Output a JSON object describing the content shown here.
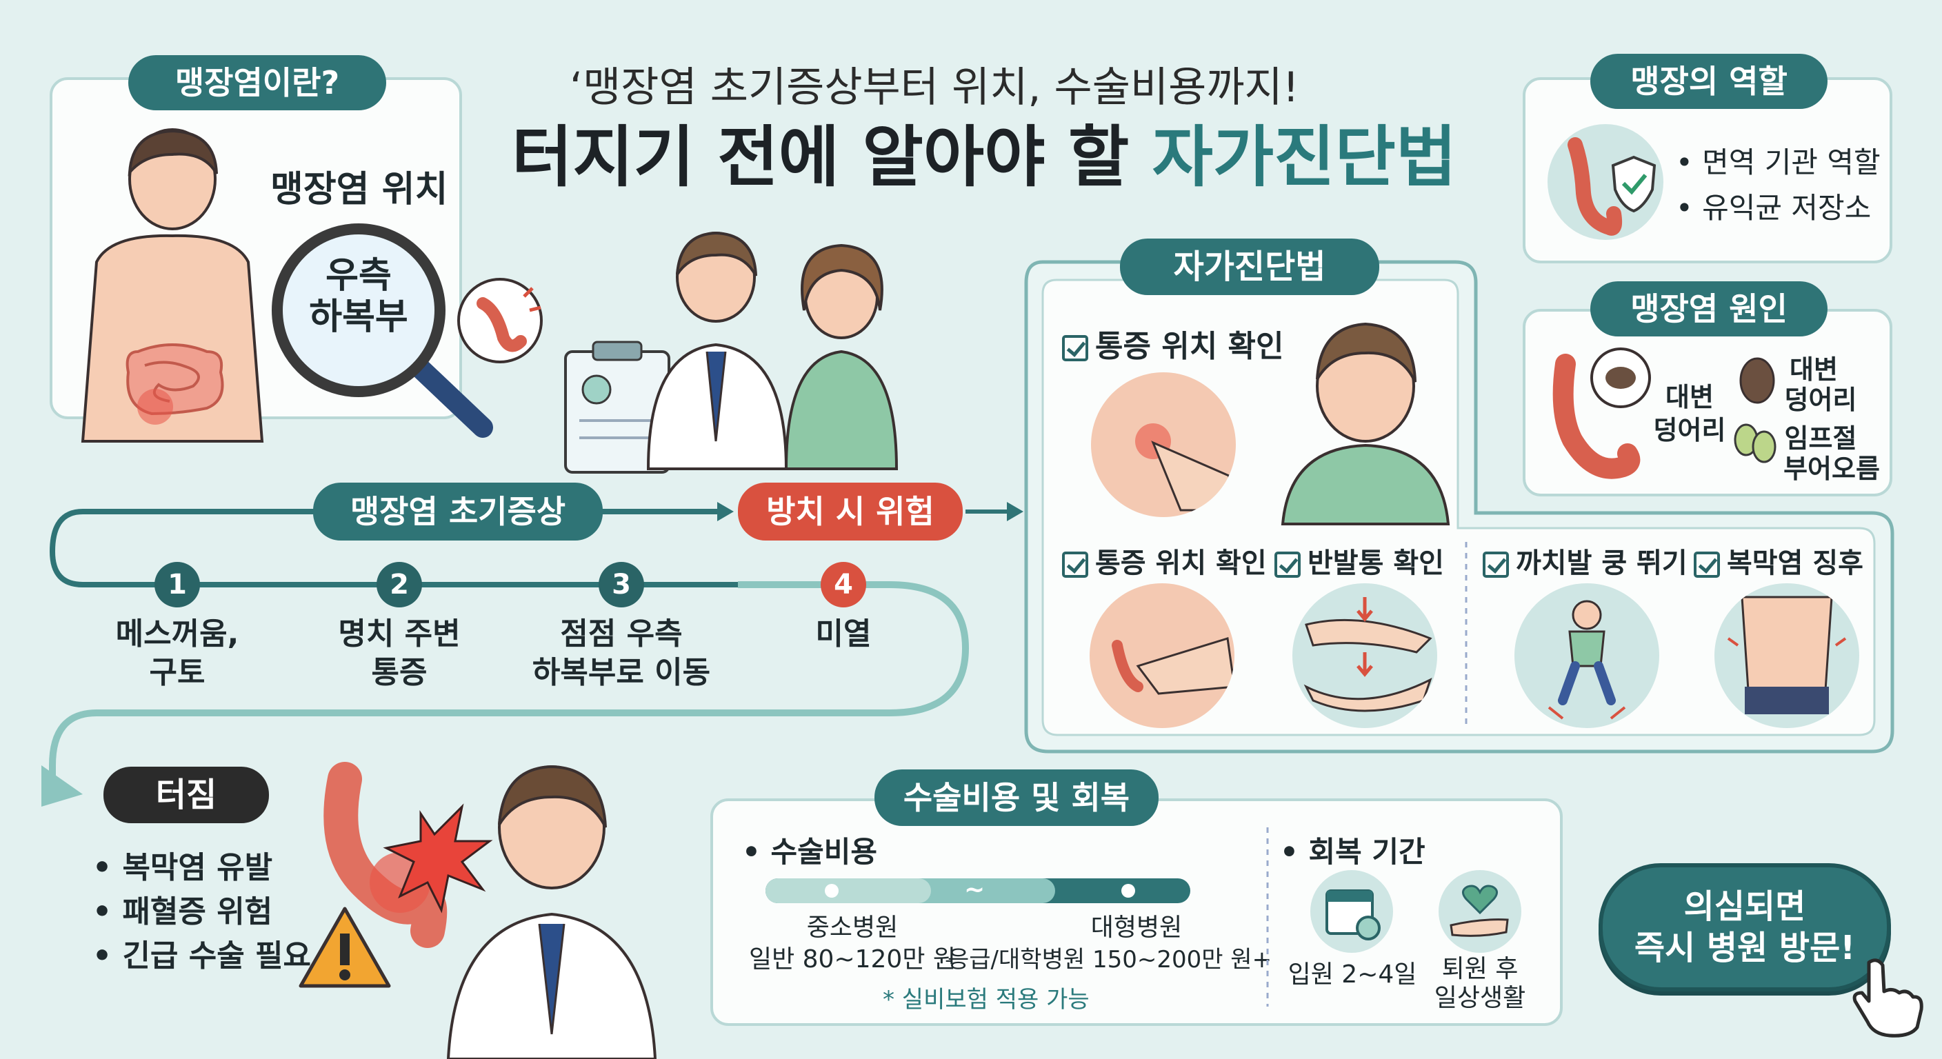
{
  "title": {
    "line1": "‘맹장염 초기증상부터 위치, 수술비용까지!",
    "line2_main": "터지기 전에 알아야 할 ",
    "line2_accent": "자가진단법"
  },
  "what_is": {
    "badge": "맹장염이란?",
    "location_label": "맹장염 위치",
    "magnifier_line1": "우측",
    "magnifier_line2": "하복부"
  },
  "role": {
    "badge": "맹장의 역할",
    "items": [
      "• 면역 기관 역할",
      "• 유익균 저장소"
    ]
  },
  "cause": {
    "badge": "맹장염 원인",
    "left_line1": "대변",
    "left_line2": "덩어리",
    "item1_line1": "대변",
    "item1_line2": "덩어리",
    "item2_line1": "임프절",
    "item2_line2": "부어오름"
  },
  "self_diag": {
    "badge": "자가진단법",
    "top_check": "통증 위치 확인",
    "checks": [
      "통증 위치 확인",
      "반발통 확인",
      "까치발 쿵 뛰기",
      "복막염 징후"
    ]
  },
  "symptoms": {
    "badge": "맹장염 초기증상",
    "danger_badge": "방치 시 위험",
    "steps": [
      {
        "num": "1",
        "line1": "메스꺼움,",
        "line2": "구토"
      },
      {
        "num": "2",
        "line1": "명치 주변",
        "line2": "통증"
      },
      {
        "num": "3",
        "line1": "점점 우측",
        "line2": "하복부로 이동"
      },
      {
        "num": "4",
        "line1": "미열",
        "line2": ""
      }
    ]
  },
  "rupture": {
    "badge": "터짐",
    "items": [
      "• 복막염 유발",
      "• 패혈증 위험",
      "• 긴급 수술 필요"
    ]
  },
  "cost": {
    "badge": "수술비용 및 회복",
    "cost_heading": "• 수술비용",
    "tilde": "~",
    "small_line1": "중소병원",
    "small_line2": "일반 80~120만 원",
    "large_line1": "대형병원",
    "large_line2": "응급/대학병원 150~200만 원+",
    "insurance": "* 실비보험 적용 가능",
    "recovery_heading": "• 회복 기간",
    "stay": "입원 2~4일",
    "after_line1": "퇴원 후",
    "after_line2": "일상생활"
  },
  "cta": {
    "line1": "의심되면",
    "line2": "즉시 병원 방문!"
  },
  "colors": {
    "teal": "#2f7476",
    "red": "#d9513f",
    "dark": "#2b2b2b",
    "accent_text": "#2a7a7c"
  }
}
